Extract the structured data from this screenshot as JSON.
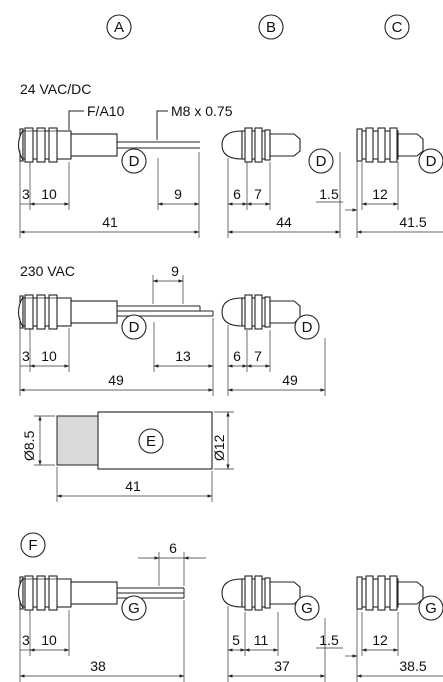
{
  "columns": {
    "a": "A",
    "b": "B",
    "c": "C"
  },
  "s1": {
    "title": "24 VAC/DC",
    "note_fuse": "F/A10",
    "note_thread": "M8 x 0.75",
    "callout": "D",
    "dims_a": {
      "d3": "3",
      "d10": "10",
      "d9": "9",
      "d41": "41"
    },
    "dims_b": {
      "d6": "6",
      "d7": "7",
      "d44": "44"
    },
    "dims_c": {
      "d15": "1.5",
      "d12": "12",
      "d415": "41.5"
    }
  },
  "s2": {
    "title": "230 VAC",
    "callout": "D",
    "dims_a": {
      "d9": "9",
      "d3": "3",
      "d10": "10",
      "d13": "13",
      "d49": "49"
    },
    "dims_b": {
      "d6": "6",
      "d7": "7",
      "d49": "49"
    }
  },
  "s3": {
    "callout": "E",
    "d85": "Ø8.5",
    "d12": "Ø12",
    "d41": "41"
  },
  "s4": {
    "callout_f": "F",
    "callout": "G",
    "dims_a": {
      "d6": "6",
      "d3": "3",
      "d10": "10",
      "d38": "38"
    },
    "dims_b": {
      "d5": "5",
      "d11": "11",
      "d37": "37"
    },
    "dims_c": {
      "d15": "1.5",
      "d12": "12",
      "d385": "38.5"
    }
  }
}
